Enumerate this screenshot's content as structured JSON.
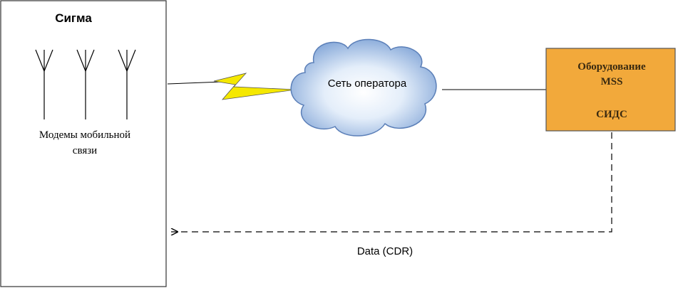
{
  "sigma_box": {
    "title": "Сигма",
    "modems_line1": "Модемы мобильной",
    "modems_line2": "связи"
  },
  "cloud": {
    "label": "Сеть оператора"
  },
  "mss_box": {
    "line1": "Оборудование",
    "line2": "MSS",
    "line3": "СИДС"
  },
  "return_link": {
    "label": "Data (CDR)"
  },
  "colors": {
    "mss_fill": "#f2a93b",
    "cloud_fill": "#a9c4e8",
    "lightning_fill": "#f5e800"
  }
}
